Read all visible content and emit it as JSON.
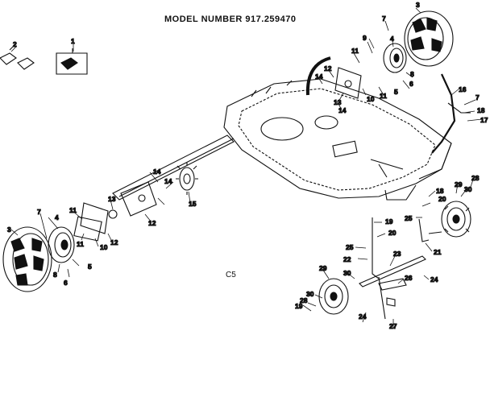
{
  "header": {
    "model_text": "MODEL NUMBER 917.259470"
  },
  "diagram_code": "C5",
  "callouts": [
    {
      "id": "c1",
      "text": "1"
    },
    {
      "id": "c2",
      "text": "2"
    },
    {
      "id": "c3a",
      "text": "3"
    },
    {
      "id": "c3b",
      "text": "3"
    },
    {
      "id": "c4a",
      "text": "4"
    },
    {
      "id": "c4b",
      "text": "4"
    },
    {
      "id": "c5a",
      "text": "5"
    },
    {
      "id": "c5b",
      "text": "5"
    },
    {
      "id": "c6a",
      "text": "6"
    },
    {
      "id": "c6b",
      "text": "6"
    },
    {
      "id": "c7a",
      "text": "7"
    },
    {
      "id": "c7b",
      "text": "7"
    },
    {
      "id": "c7c",
      "text": "7"
    },
    {
      "id": "c8a",
      "text": "8"
    },
    {
      "id": "c8b",
      "text": "8"
    },
    {
      "id": "c9",
      "text": "9"
    },
    {
      "id": "c10a",
      "text": "10"
    },
    {
      "id": "c10b",
      "text": "10"
    },
    {
      "id": "c11a",
      "text": "11"
    },
    {
      "id": "c11b",
      "text": "11"
    },
    {
      "id": "c11c",
      "text": "11"
    },
    {
      "id": "c11d",
      "text": "11"
    },
    {
      "id": "c12a",
      "text": "12"
    },
    {
      "id": "c12b",
      "text": "12"
    },
    {
      "id": "c12c",
      "text": "12"
    },
    {
      "id": "c13a",
      "text": "13"
    },
    {
      "id": "c13b",
      "text": "13"
    },
    {
      "id": "c14a",
      "text": "14"
    },
    {
      "id": "c14b",
      "text": "14"
    },
    {
      "id": "c14c",
      "text": "14"
    },
    {
      "id": "c14d",
      "text": "14"
    },
    {
      "id": "c15",
      "text": "15"
    },
    {
      "id": "c16",
      "text": "16"
    },
    {
      "id": "c17",
      "text": "17"
    },
    {
      "id": "c18a",
      "text": "18"
    },
    {
      "id": "c18b",
      "text": "18"
    },
    {
      "id": "c19a",
      "text": "19"
    },
    {
      "id": "c19b",
      "text": "19"
    },
    {
      "id": "c20a",
      "text": "20"
    },
    {
      "id": "c20b",
      "text": "20"
    },
    {
      "id": "c21",
      "text": "21"
    },
    {
      "id": "c22",
      "text": "22"
    },
    {
      "id": "c23",
      "text": "23"
    },
    {
      "id": "c24a",
      "text": "24"
    },
    {
      "id": "c24b",
      "text": "24"
    },
    {
      "id": "c25a",
      "text": "25"
    },
    {
      "id": "c25b",
      "text": "25"
    },
    {
      "id": "c26",
      "text": "26"
    },
    {
      "id": "c27",
      "text": "27"
    },
    {
      "id": "c28a",
      "text": "28"
    },
    {
      "id": "c28b",
      "text": "28"
    },
    {
      "id": "c29a",
      "text": "29"
    },
    {
      "id": "c29b",
      "text": "29"
    },
    {
      "id": "c30a",
      "text": "30"
    },
    {
      "id": "c30b",
      "text": "30"
    },
    {
      "id": "c30c",
      "text": "30"
    }
  ]
}
